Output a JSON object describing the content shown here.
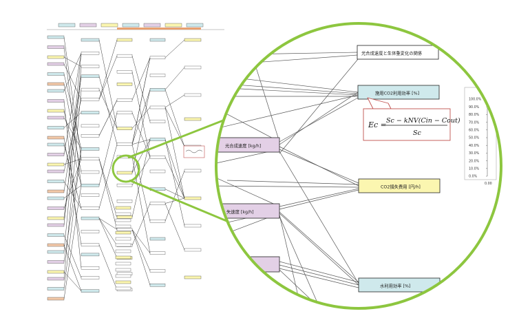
{
  "zoom_labels": {
    "top": "光合成速度と生体重変化の関係",
    "co2_use": "施用CO2利用効率 [%]",
    "photosynthesis": "光合成速度 [kg/h]",
    "loss": "失速度 [kg/h]",
    "co2_cost": "CO2損失費用 [円/h]",
    "water": "水利用効率 [%]"
  },
  "formula": {
    "lhs": "Ec =",
    "numerator": "Sc − kNV(Cin − Cout)",
    "denominator": "Sc"
  },
  "axis_ticks": [
    "100.0%",
    "90.0%",
    "80.0%",
    "70.0%",
    "60.0%",
    "50.0%",
    "40.0%",
    "30.0%",
    "20.0%",
    "10.0%",
    "0.0%"
  ],
  "axis_x_tick": "0.00",
  "colors": {
    "accent_green": "#8dc63f",
    "box_cyan": "#cfe9ec",
    "box_yellow": "#fbf6b0",
    "box_purple": "#e3d0e6",
    "formula_border": "#c0504d"
  }
}
